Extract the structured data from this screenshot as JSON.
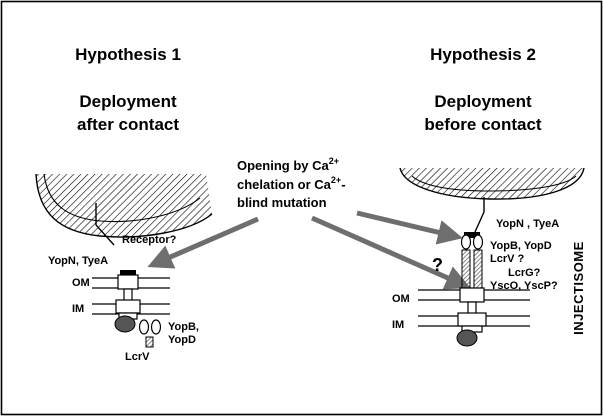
{
  "hypothesis1": {
    "title": "Hypothesis 1",
    "subtitle_line1": "Deployment",
    "subtitle_line2": "after contact",
    "receptor_label": "Receptor?",
    "yopn_tyea_label": "YopN, TyeA",
    "om_label": "OM",
    "im_label": "IM",
    "yopb_label": "YopB,",
    "yopd_label": "YopD",
    "lcrv_label": "LcrV"
  },
  "center": {
    "line1_text": "Opening by Ca",
    "line1_sup": "2+",
    "line2_a": "chelation or Ca",
    "line2_sup": "2+",
    "line2_b": "-",
    "line3": "blind mutation"
  },
  "hypothesis2": {
    "title": "Hypothesis 2",
    "subtitle_line1": "Deployment",
    "subtitle_line2": "before contact",
    "yopn_tyea_label": "YopN , TyeA",
    "yopb_yopd_label": "YopB, YopD",
    "lcrv_label": "LcrV ?",
    "lcrg_label": "LcrG?",
    "ysco_yscp_label": "YscO, YscP?",
    "question_mark": "?",
    "om_label": "OM",
    "im_label": "IM",
    "injectisome_label": "INJECTISOME"
  },
  "colors": {
    "arrow": "#6e6e6e",
    "ink": "#000000",
    "stripes": "#555555",
    "frame": "#000000"
  }
}
